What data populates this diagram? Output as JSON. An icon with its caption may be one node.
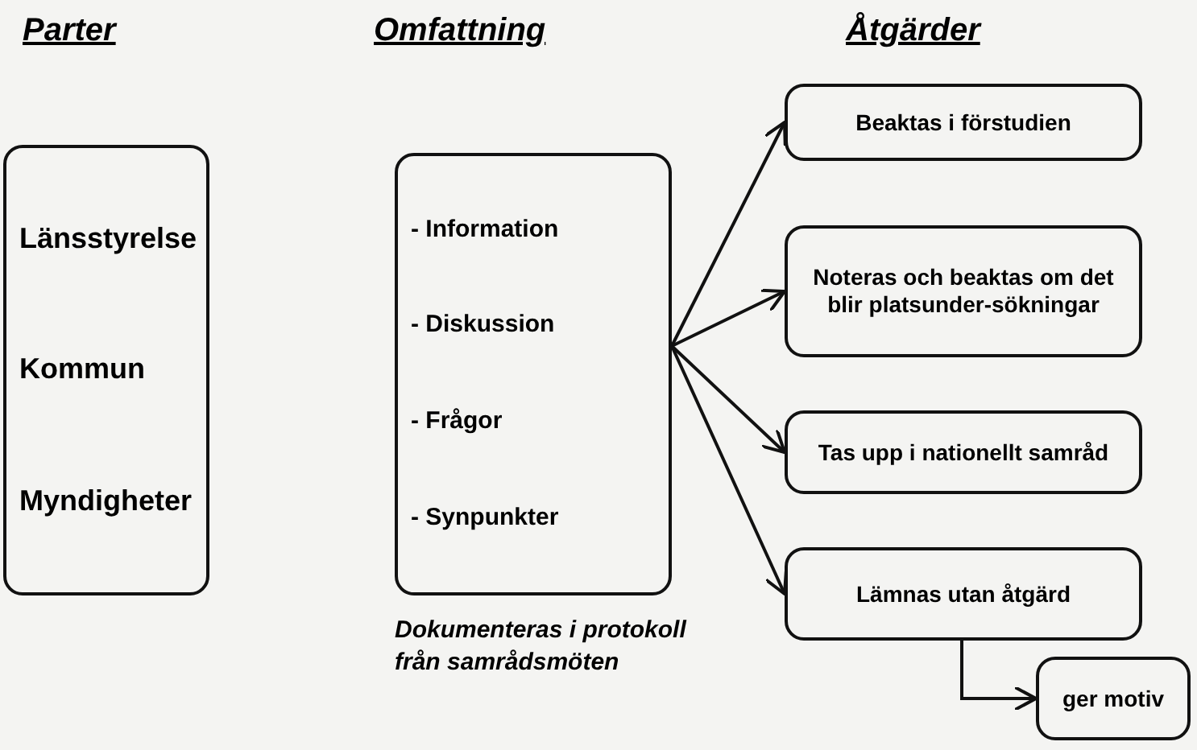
{
  "diagram": {
    "nodes": [
      {
        "text": [
          "Länsstyrelse",
          "Kommun",
          "Myndigheter"
        ]
      },
      {
        "text": [
          "- Information",
          "- Diskussion",
          "- Frågor",
          "- Synpunkter"
        ],
        "beside": [
          "Dokumenteras i protokoll från samrådsmöten"
        ]
      },
      {
        "text": [
          "Beaktas i förstudien"
        ]
      },
      {
        "text": [
          "Noteras och beaktas om det blir platsunder-sökningar"
        ]
      },
      {
        "text": [
          "Tas upp i nationellt samråd"
        ]
      },
      {
        "text": [
          "Lämnas utan åtgärd"
        ]
      },
      {
        "text": [
          "ger motiv"
        ]
      }
    ],
    "edges": [
      {
        "from": 1,
        "to": 2,
        "arrow": "to"
      },
      {
        "from": 1,
        "to": 3,
        "arrow": "to"
      },
      {
        "from": 1,
        "to": 4,
        "arrow": "to"
      },
      {
        "from": 1,
        "to": 5,
        "arrow": "to"
      },
      {
        "from": 5,
        "to": 6,
        "arrow": "to"
      }
    ],
    "labels": [
      "Parter",
      "Omfattning",
      "Åtgärder"
    ]
  }
}
